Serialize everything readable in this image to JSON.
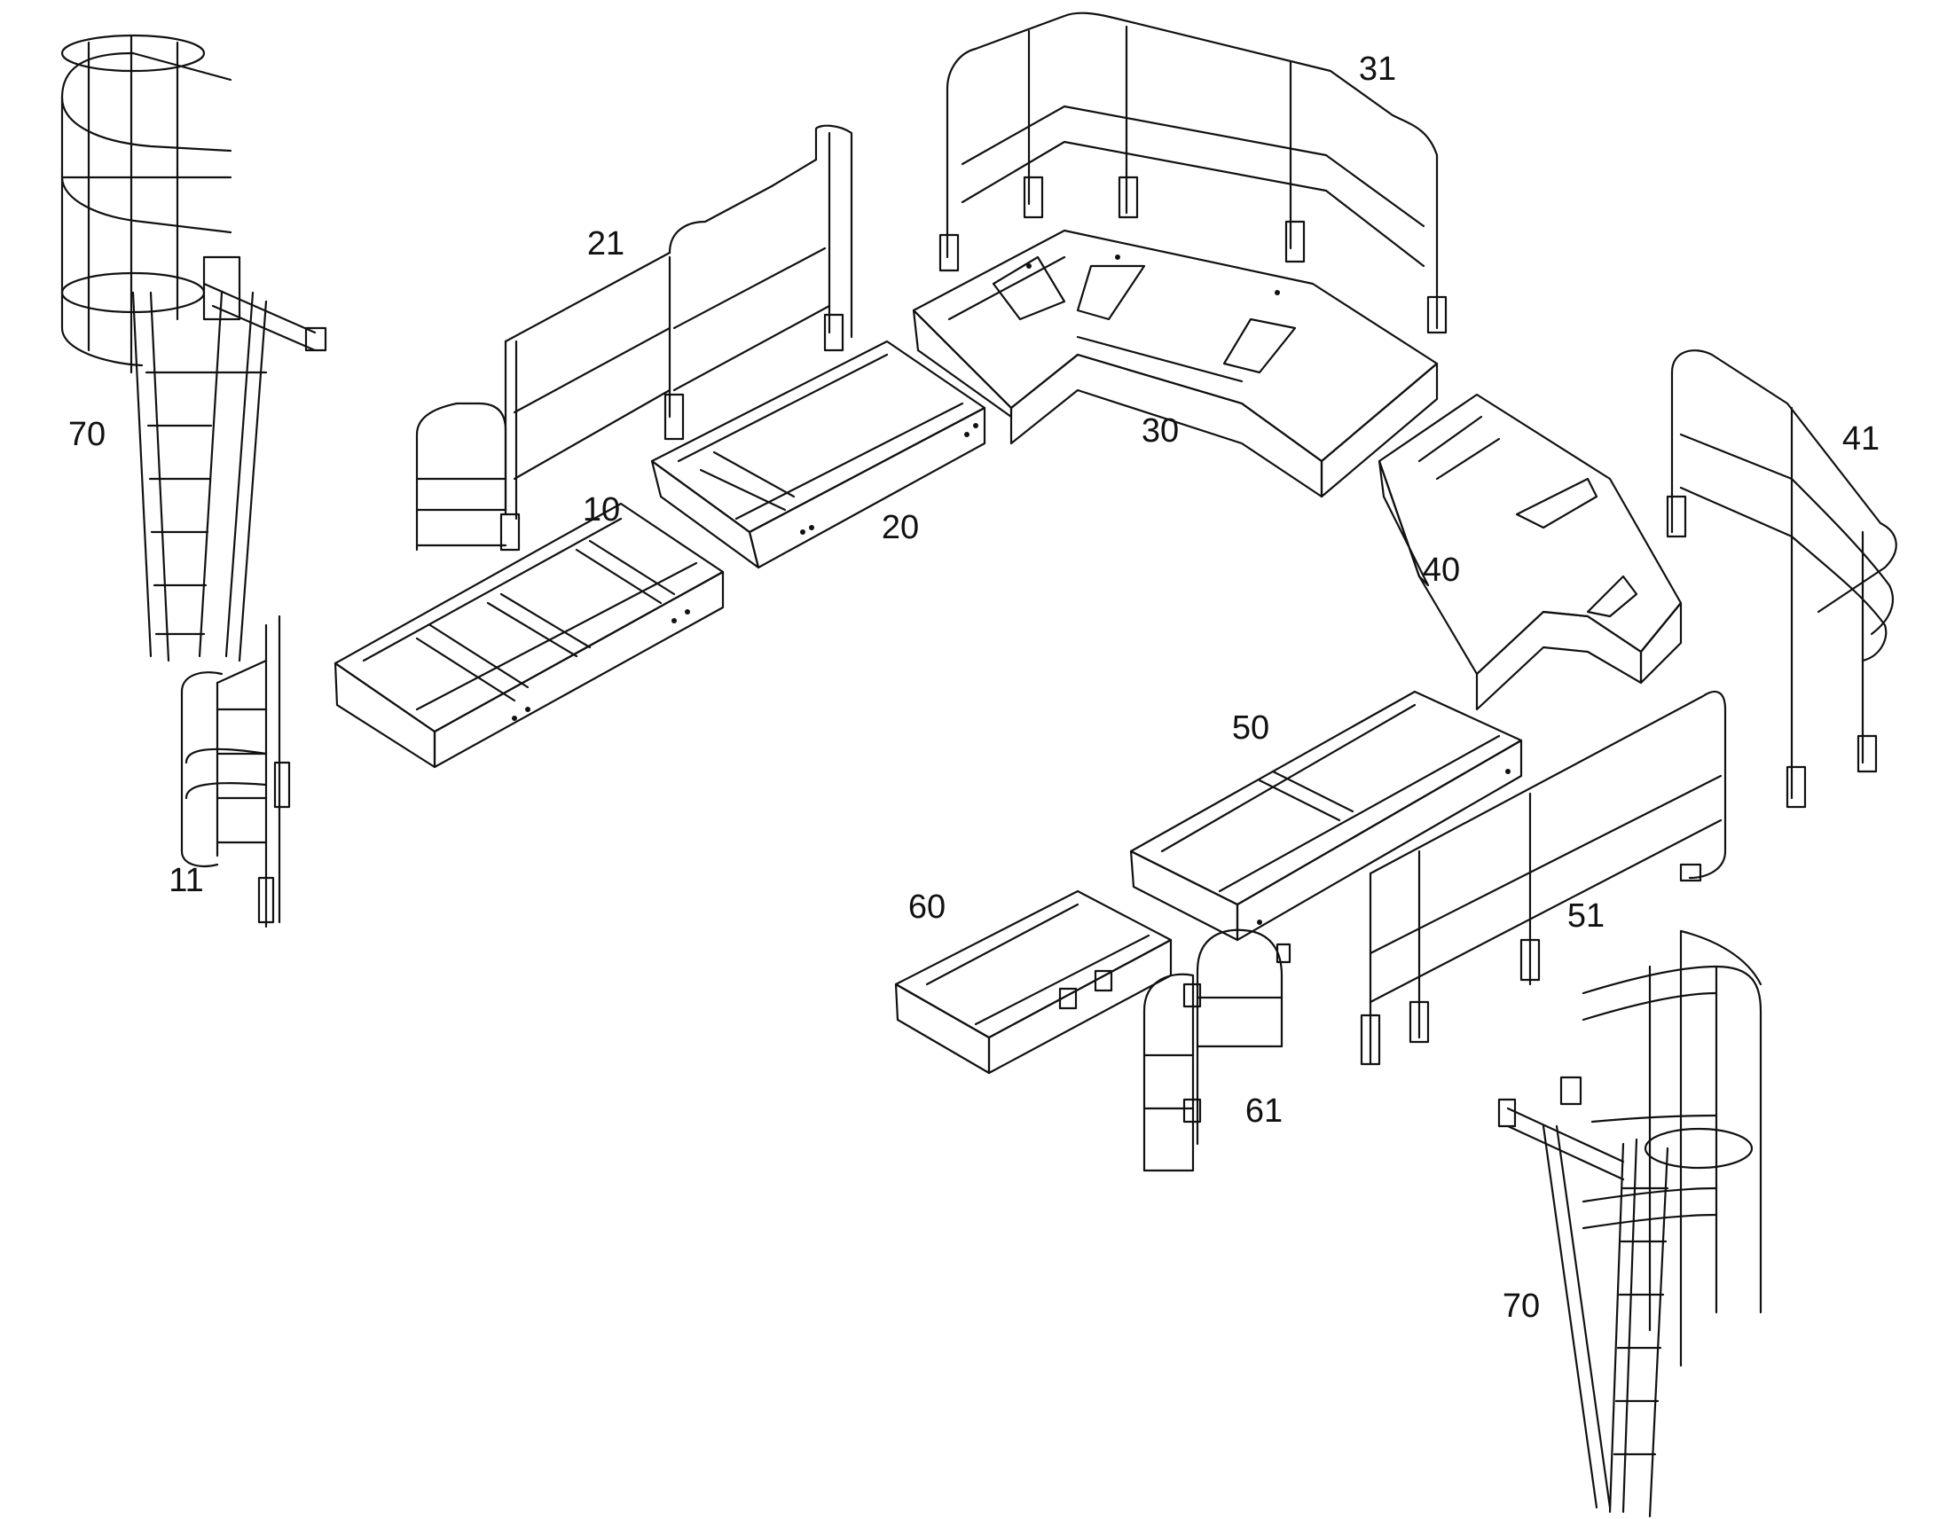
{
  "callouts": {
    "c10": "10",
    "c11": "11",
    "c20": "20",
    "c21": "21",
    "c30": "30",
    "c31": "31",
    "c40": "40",
    "c41": "41",
    "c50": "50",
    "c51": "51",
    "c60": "60",
    "c61": "61",
    "c70a": "70",
    "c70b": "70"
  },
  "colors": {
    "line": "#111111",
    "background": "#ffffff"
  }
}
